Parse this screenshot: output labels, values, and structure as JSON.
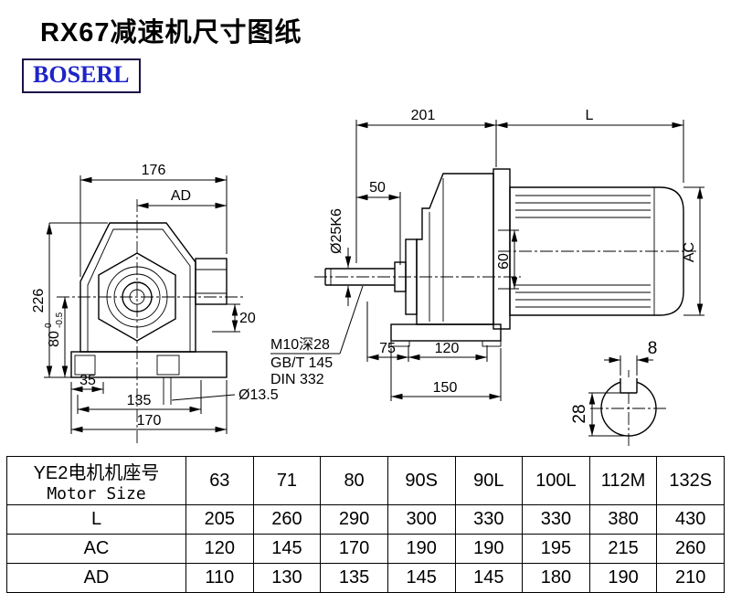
{
  "header": {
    "title": "RX67减速机尺寸图纸",
    "brand": "BOSERL"
  },
  "drawing": {
    "front": {
      "dim_176": "176",
      "dim_ad": "AD",
      "dim_226": "226",
      "dim_80": "80",
      "tol_upper": "0",
      "tol_lower": "-0.5",
      "dim_35": "35",
      "dim_135": "135",
      "dim_170": "170",
      "dim_20": "20",
      "dim_hole": "Ø13.5"
    },
    "side": {
      "dim_201": "201",
      "dim_L": "L",
      "dim_50": "50",
      "dim_shaft": "Ø25K6",
      "dim_60": "60",
      "dim_ac": "AC",
      "note_thread": "M10深28",
      "note_gbt": "GB/T 145",
      "note_din": "DIN 332",
      "dim_75": "75",
      "dim_120": "120",
      "dim_150": "150"
    },
    "section": {
      "dim_8": "8",
      "dim_28": "28"
    }
  },
  "table": {
    "header_cn": "YE2电机机座号",
    "header_en": "Motor Size",
    "sizes": [
      "63",
      "71",
      "80",
      "90S",
      "90L",
      "100L",
      "112M",
      "132S"
    ],
    "rows": [
      {
        "label": "L",
        "values": [
          "205",
          "260",
          "290",
          "300",
          "330",
          "330",
          "380",
          "430"
        ]
      },
      {
        "label": "AC",
        "values": [
          "120",
          "145",
          "170",
          "190",
          "190",
          "195",
          "215",
          "260"
        ]
      },
      {
        "label": "AD",
        "values": [
          "110",
          "130",
          "135",
          "145",
          "145",
          "180",
          "190",
          "210"
        ]
      }
    ]
  }
}
